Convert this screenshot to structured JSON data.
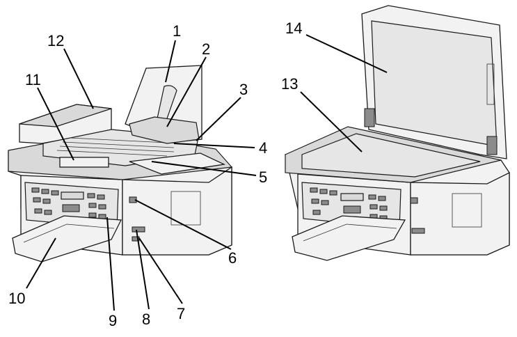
{
  "callouts": [
    {
      "label": "1"
    },
    {
      "label": "2"
    },
    {
      "label": "3"
    },
    {
      "label": "4"
    },
    {
      "label": "5"
    },
    {
      "label": "6"
    },
    {
      "label": "7"
    },
    {
      "label": "8"
    },
    {
      "label": "9"
    },
    {
      "label": "10"
    },
    {
      "label": "11"
    },
    {
      "label": "12"
    },
    {
      "label": "13"
    },
    {
      "label": "14"
    }
  ],
  "colors": {
    "line": "#1a1a1a",
    "body": "#f2f2f2",
    "shade": "#d9d9d9"
  }
}
